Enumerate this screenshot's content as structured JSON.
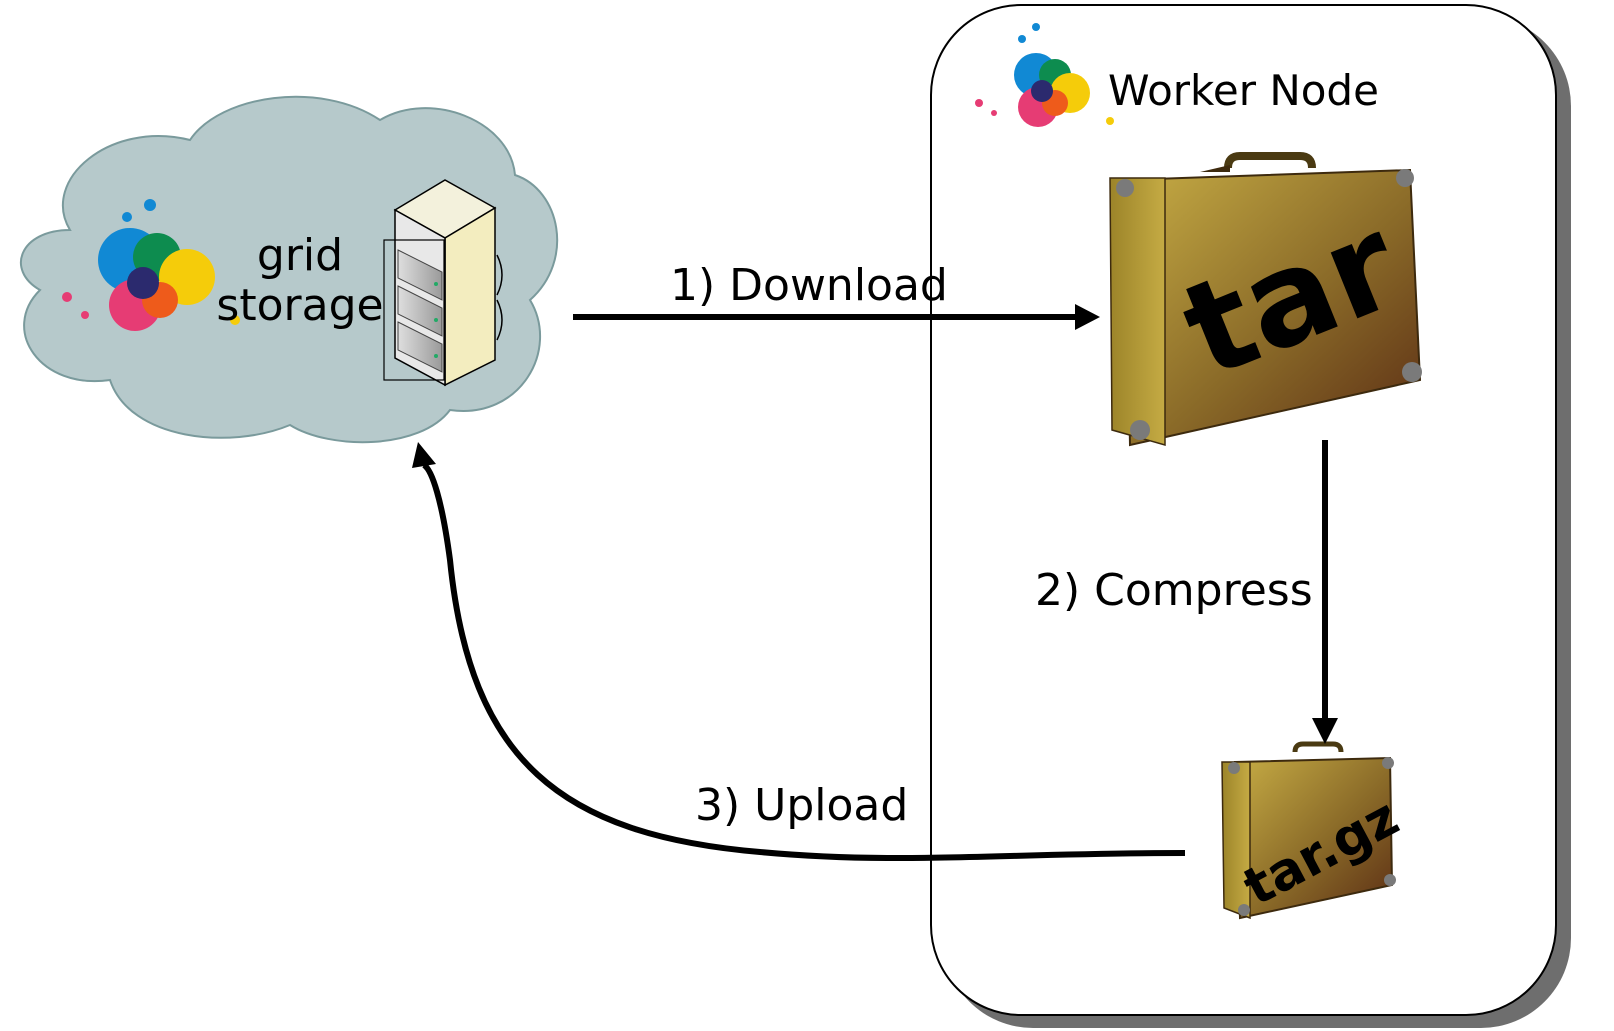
{
  "cloud": {
    "label_line1": "grid",
    "label_line2": "storage"
  },
  "worker_node": {
    "title": "Worker Node"
  },
  "suitcase_large": {
    "label": "tar"
  },
  "suitcase_small": {
    "label": "tar.gz"
  },
  "steps": {
    "download": "1) Download",
    "compress": "2) Compress",
    "upload": "3) Upload"
  },
  "colors": {
    "cloud_fill": "#b6c9cb",
    "cloud_stroke": "#7a9a9c",
    "gear_blue": "#1189d4",
    "gear_green": "#0d8c4f",
    "gear_yellow": "#f5cc0a",
    "gear_pink": "#e63c74",
    "gear_navy": "#2b2a6e",
    "gear_orange": "#ee5b1b",
    "suitcase_body": "#b59a33",
    "suitcase_dark": "#5a2c14",
    "arrow": "#000000"
  }
}
